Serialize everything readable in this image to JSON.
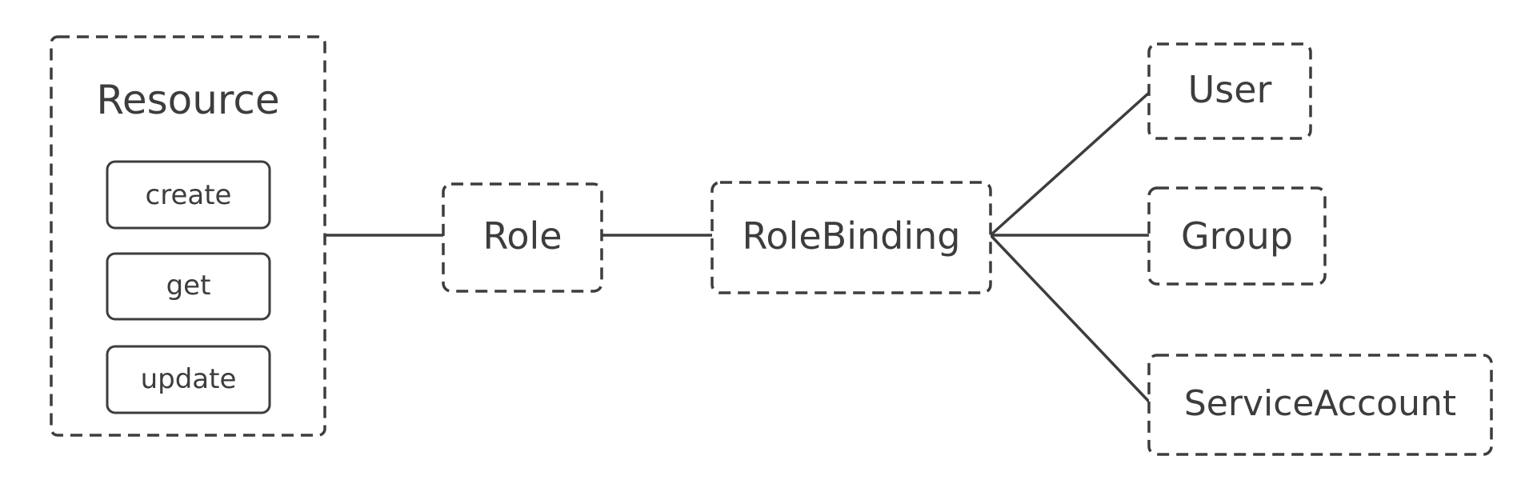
{
  "diagram": {
    "resource": {
      "title": "Resource",
      "verbs": [
        "create",
        "get",
        "update"
      ]
    },
    "role": {
      "label": "Role"
    },
    "role_binding": {
      "label": "RoleBinding"
    },
    "subjects": {
      "user": "User",
      "group": "Group",
      "service_account": "ServiceAccount"
    }
  },
  "colors": {
    "stroke": "#3d3d3d",
    "background": "#ffffff"
  }
}
